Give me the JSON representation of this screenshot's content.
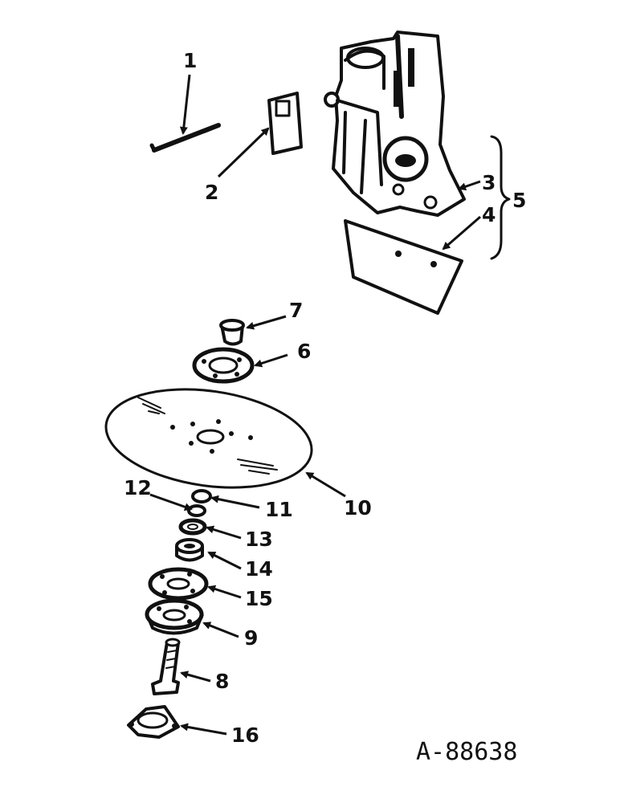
{
  "diagram": {
    "reference_code": "A-88638",
    "callouts": [
      {
        "id": "1",
        "text": "1"
      },
      {
        "id": "2",
        "text": "2"
      },
      {
        "id": "3",
        "text": "3"
      },
      {
        "id": "4",
        "text": "4"
      },
      {
        "id": "5",
        "text": "5"
      },
      {
        "id": "6",
        "text": "6"
      },
      {
        "id": "7",
        "text": "7"
      },
      {
        "id": "8",
        "text": "8"
      },
      {
        "id": "9",
        "text": "9"
      },
      {
        "id": "10",
        "text": "10"
      },
      {
        "id": "11",
        "text": "11"
      },
      {
        "id": "12",
        "text": "12"
      },
      {
        "id": "13",
        "text": "13"
      },
      {
        "id": "14",
        "text": "14"
      },
      {
        "id": "15",
        "text": "15"
      },
      {
        "id": "16",
        "text": "16"
      }
    ]
  }
}
